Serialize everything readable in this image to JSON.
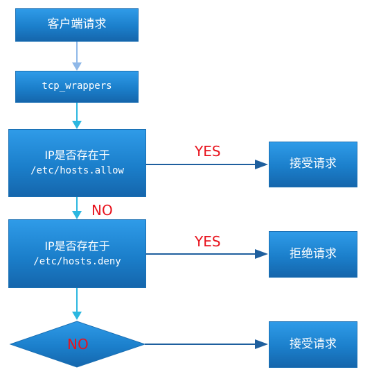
{
  "nodes": {
    "client_request": "客户端请求",
    "tcp_wrappers": "tcp_wrappers",
    "check_allow": {
      "line1": "IP是否存在于",
      "line2": "/etc/hosts.allow"
    },
    "check_deny": {
      "line1": "IP是否存在于",
      "line2": "/etc/hosts.deny"
    },
    "accept_1": "接受请求",
    "reject": "拒绝请求",
    "accept_2": "接受请求",
    "decision_no": "NO"
  },
  "edge_labels": {
    "allow_yes": "YES",
    "allow_no": "NO",
    "deny_yes": "YES"
  },
  "colors": {
    "box_top": "#2f9be8",
    "box_bottom": "#1566ac",
    "arrow_down": "#2bb7e0",
    "arrow_right": "#1e5f9e",
    "label_red": "#e8121c"
  }
}
